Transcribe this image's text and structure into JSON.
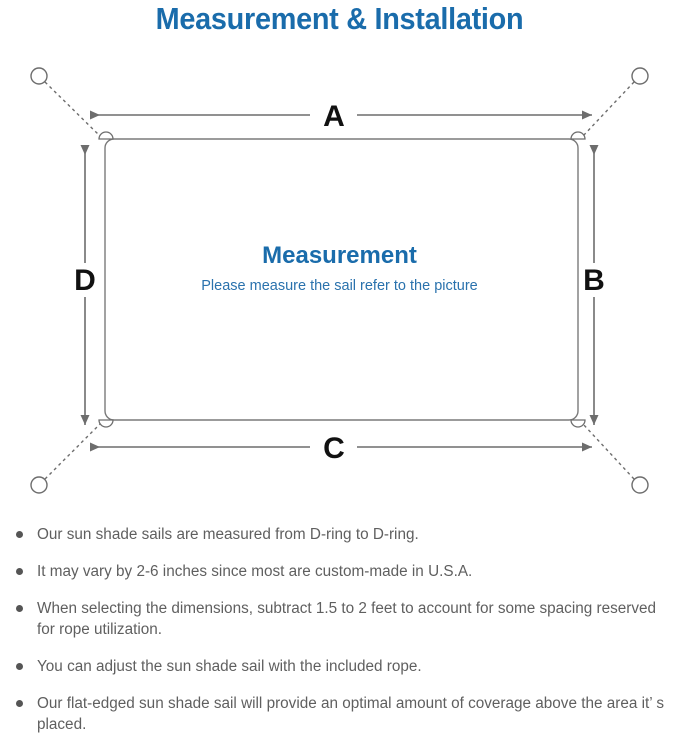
{
  "page": {
    "title": "Measurement & Installation",
    "background_color": "#ffffff"
  },
  "colors": {
    "title_blue": "#1a6cab",
    "caption_blue": "#2a72ad",
    "note_gray": "#5f5f5f",
    "line_gray": "#6d6d6d",
    "sail_stroke": "#7a7a7a",
    "label_black": "#111111"
  },
  "diagram": {
    "name": "sun-shade-sail-measurement-diagram",
    "center_title": "Measurement",
    "center_subtitle": "Please measure the sail refer to the picture",
    "dimension_labels": [
      {
        "id": "A",
        "label": "A",
        "position": "top",
        "orientation": "horizontal"
      },
      {
        "id": "B",
        "label": "B",
        "position": "right",
        "orientation": "vertical"
      },
      {
        "id": "C",
        "label": "C",
        "position": "bottom",
        "orientation": "horizontal"
      },
      {
        "id": "D",
        "label": "D",
        "position": "left",
        "orientation": "vertical"
      }
    ],
    "anchor_points": [
      {
        "id": "top-left",
        "label": "anchor-ring-top-left"
      },
      {
        "id": "top-right",
        "label": "anchor-ring-top-right"
      },
      {
        "id": "bottom-left",
        "label": "anchor-ring-bottom-left"
      },
      {
        "id": "bottom-right",
        "label": "anchor-ring-bottom-right"
      }
    ],
    "d_rings": [
      {
        "id": "d-ring-top-left"
      },
      {
        "id": "d-ring-top-right"
      },
      {
        "id": "d-ring-bottom-left"
      },
      {
        "id": "d-ring-bottom-right"
      }
    ]
  },
  "notes": [
    {
      "text": "Our sun shade sails are measured from D-ring to D-ring."
    },
    {
      "text": "It may vary by 2-6 inches since most are custom-made in U.S.A."
    },
    {
      "text": "When selecting the dimensions, subtract 1.5 to 2 feet to account for some spacing reserved for rope utilization."
    },
    {
      "text": "You can adjust the sun shade sail with the included rope."
    },
    {
      "text": "Our flat-edged sun shade sail will provide an optimal amount of coverage above the area it’ s placed."
    }
  ]
}
